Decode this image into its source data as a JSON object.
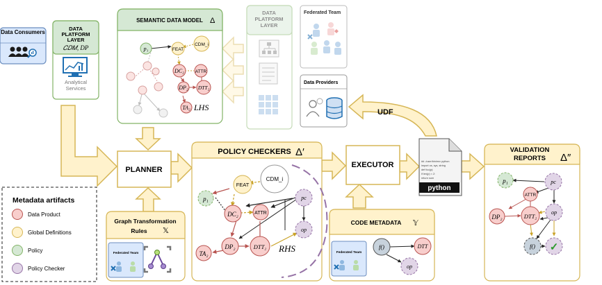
{
  "data_consumers": {
    "title": "Data Consumers"
  },
  "data_platform_left": {
    "title_lines": [
      "DATA",
      "PLATFORM",
      "LAYER"
    ],
    "math": "𝐶𝐷𝑀, DP",
    "caption_lines": [
      "Analytical",
      "Services"
    ]
  },
  "semantic_model": {
    "title": "SEMANTIC DATA MODEL",
    "delta": "Δ",
    "lhs": "LHS",
    "nodes": {
      "p1": "p₁",
      "feat": "FEAT",
      "cdm": "CDM_i",
      "dc2": "DC₂",
      "attr": "ATTR",
      "dp2": "DP₂",
      "dtt2": "DTT₂",
      "ta2": "TA₂"
    }
  },
  "data_platform_right": {
    "title_lines": [
      "DATA",
      "PLATFORM",
      "LAYER"
    ]
  },
  "federated_team": {
    "title": "Federated Team"
  },
  "data_providers": {
    "title": "Data Providers"
  },
  "udf": {
    "label": "UDF"
  },
  "planner": {
    "label": "PLANNER"
  },
  "policy_checkers": {
    "title": "POLICY CHECKERS",
    "delta": "Δ′",
    "rhs": "RHS",
    "nodes": {
      "feat": "FEAT",
      "cdm": "CDM_i",
      "p1": "p₁",
      "dc2": "DC₂",
      "attr": "ATTR",
      "pc": "pc",
      "op": "op",
      "dp2": "DP₂",
      "dtt2": "DTT₂",
      "ta2": "TA₂"
    }
  },
  "executor": {
    "label": "EXECUTOR"
  },
  "python_doc": {
    "code_lines": [
      "## ./user/bin/env python",
      "import os, sys, string",
      "def foo(p):",
      "  if len(p) < 2:",
      "  return sum"
    ],
    "badge": "python"
  },
  "validation_reports": {
    "title_lines": [
      "VALIDATION",
      "REPORTS"
    ],
    "delta": "Δ″",
    "nodes": {
      "p1": "p₁",
      "pc": "pc",
      "attr": "ATTR",
      "dp2": "DP₂",
      "dtt2": "DTT₂",
      "op": "op",
      "f": "f()",
      "check": "✓"
    }
  },
  "graph_transformation": {
    "title_lines": [
      "Graph Transformation",
      "Rules"
    ],
    "symbol": "𝕏",
    "team_label": "Federated Team"
  },
  "code_metadata": {
    "title": "CODE METADATA",
    "symbol": "𝕐",
    "team_label": "Federated Team",
    "nodes": {
      "f": "f()",
      "dtt": "DTT",
      "op": "op"
    }
  },
  "legend": {
    "title": "Metadata artifacts",
    "items": [
      {
        "label": "Data Product",
        "fill": "#f8cecc",
        "stroke": "#b85450"
      },
      {
        "label": "Global Definitions",
        "fill": "#fff2cc",
        "stroke": "#d6b656"
      },
      {
        "label": "Policy",
        "fill": "#d5e8d4",
        "stroke": "#82b366"
      },
      {
        "label": "Policy Checker",
        "fill": "#e1d5e7",
        "stroke": "#9673a6"
      }
    ]
  },
  "colors": {
    "arrow_fill": "#fff2cc",
    "arrow_stroke": "#d6b656",
    "panel_fill": "#fff2cc",
    "panel_stroke": "#d6b656",
    "green_fill": "#d5e8d4",
    "green_stroke": "#82b366",
    "blue_fill": "#dae8fc",
    "blue_stroke": "#6c8ebf"
  }
}
